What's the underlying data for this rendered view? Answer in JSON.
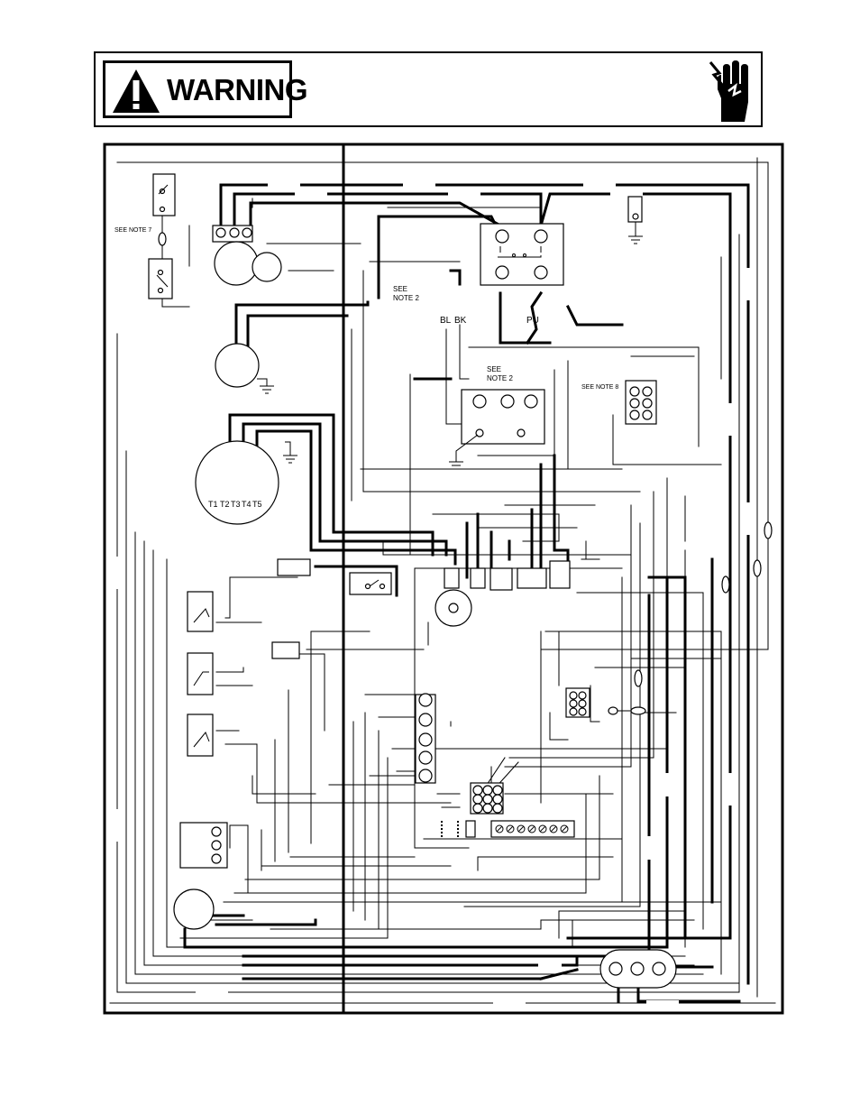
{
  "header": {
    "warning_word": "WARNING",
    "alert_icon": "exclamation-triangle-icon",
    "shock_icon": "electric-shock-hand-icon"
  },
  "diagram": {
    "labels": {
      "see_note_7": "SEE NOTE 7",
      "see_note_2_top_line1": "SEE",
      "see_note_2_top_line2": "NOTE 2",
      "bl": "BL",
      "bk": "BK",
      "pu": "PU",
      "see_note_2_mid_line1": "SEE",
      "see_note_2_mid_line2": "NOTE 2",
      "see_note_8": "SEE NOTE 8",
      "terminals": [
        "T1",
        "T2",
        "T3",
        "T4",
        "T5"
      ]
    }
  }
}
